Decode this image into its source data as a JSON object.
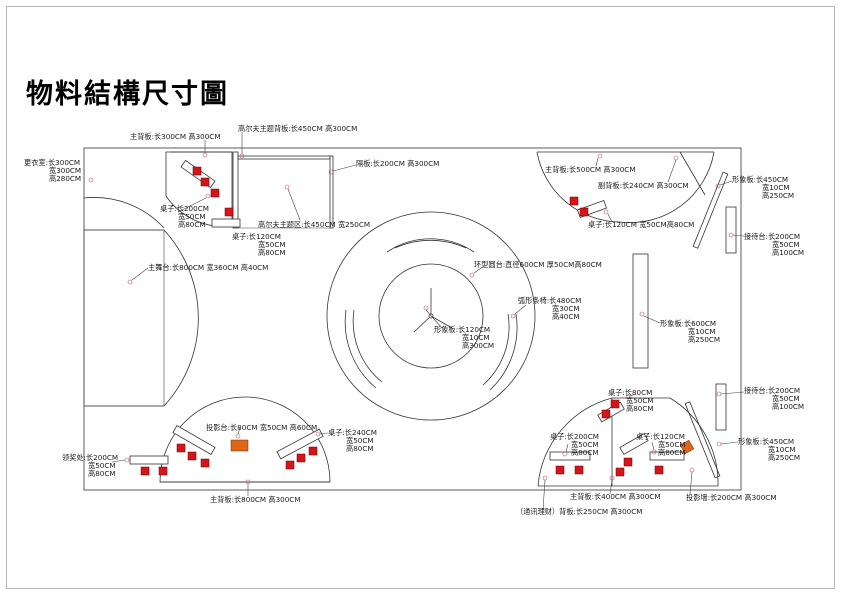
{
  "title": "物料結構尺寸圖",
  "labels": {
    "dressing_room": [
      "更衣室:长300CM",
      "宽300CM",
      "高280CM"
    ],
    "main_backboard_top": "主背板:长300CM  高300CM",
    "golf_theme_backboard": "高尔夫主题背板:长450CM  高300CM",
    "partition": "隔板:长200CM  高300CM",
    "table_top_left_a": [
      "桌子:长200CM",
      "宽50CM",
      "高80CM"
    ],
    "golf_theme_area": "高尔夫主题区:长450CM  宽250CM",
    "table_top_left_b": [
      "桌子:长120CM",
      "宽50CM",
      "高80CM"
    ],
    "main_stage": "主舞台:长800CM  宽360CM  高40CM",
    "ring_platform": "环型圆台:直径600CM  厚50CM高80CM",
    "arc_bench": [
      "弧形条椅:长480CM",
      "宽30CM",
      "高40CM"
    ],
    "image_board_center": [
      "形象板:长120CM",
      "宽10CM",
      "高300CM"
    ],
    "main_backboard_tr": "主背板:长500CM  高300CM",
    "sub_backboard": "副背板:长240CM  高300CM",
    "table_tr": "桌子:长120CM  宽50CM高80CM",
    "image_board_right_top": [
      "形象板:长450CM",
      "宽10CM",
      "高250CM"
    ],
    "reception_top": [
      "接待台:长200CM",
      "宽50CM",
      "高100CM"
    ],
    "image_board_right_mid": [
      "形象板:长600CM",
      "宽10CM",
      "高250CM"
    ],
    "reception_bottom": [
      "接待台:长200CM",
      "宽50CM",
      "高100CM"
    ],
    "image_board_right_bottom": [
      "形象板:长450CM",
      "宽10CM",
      "高250CM"
    ],
    "projection_wall": "投影墙:长200CM  高300CM",
    "table_br_a": [
      "桌子:长80CM",
      "宽50CM",
      "高80CM"
    ],
    "table_br_b": [
      "桌子:长200CM",
      "宽50CM",
      "高80CM"
    ],
    "table_br_c": [
      "桌子:长120CM",
      "宽50CM",
      "高80CM"
    ],
    "main_backboard_br": "主背板:长400CM  高300CM",
    "telecom_backboard": "（通讯理财）背板:长250CM  高300CM",
    "projector_table": "投影台:长80CM  宽50CM  高60CM",
    "table_bl": [
      "桌子:长240CM",
      "宽50CM",
      "高80CM"
    ],
    "award_area": [
      "领奖处:长200CM",
      "宽50CM",
      "高80CM"
    ],
    "main_backboard_bottom": "主背板:长800CM  高300CM"
  }
}
